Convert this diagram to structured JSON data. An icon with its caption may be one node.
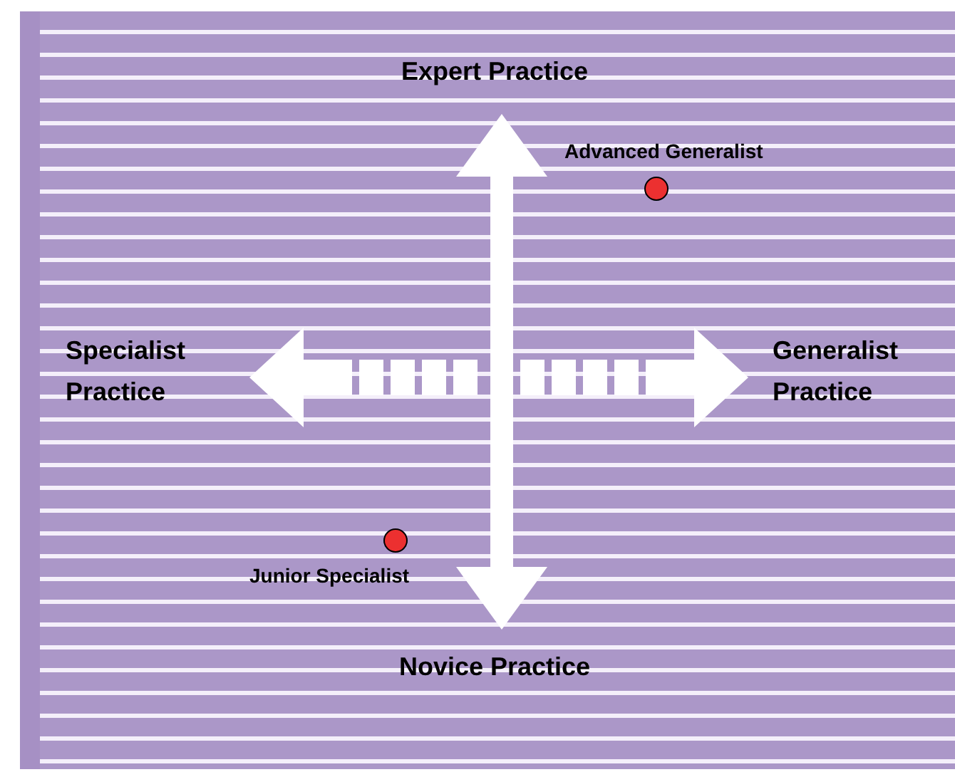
{
  "diagram": {
    "nodes": [
      {
        "text": [
          "Expert Practice"
        ]
      },
      {
        "text": [
          "Specialist Practice"
        ]
      },
      {
        "text": [
          "Generalist Practice"
        ]
      },
      {
        "text": [
          "Novice Practice"
        ]
      },
      {
        "text": [],
        "shape": "circle",
        "beside": [
          "Advanced Generalist"
        ]
      },
      {
        "text": [],
        "shape": "circle",
        "beside": [
          "Junior Specialist"
        ]
      }
    ],
    "edges": [
      {
        "from": 0,
        "to": 3,
        "arrow": "both"
      },
      {
        "from": 1,
        "to": 2,
        "arrow": "both",
        "style": "dashed"
      }
    ]
  }
}
